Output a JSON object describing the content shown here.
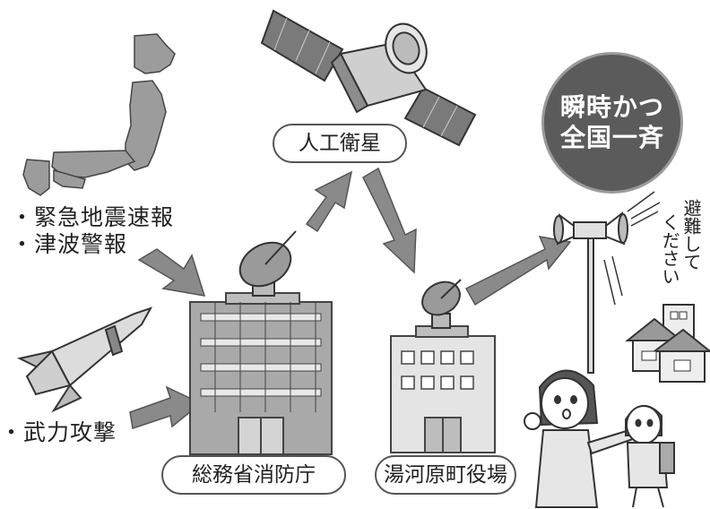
{
  "badge": {
    "line1": "瞬時かつ",
    "line2": "全国一斉"
  },
  "satellite": {
    "label": "人工衛星"
  },
  "alerts": {
    "item1": "・緊急地震速報",
    "item2": "・津波警報"
  },
  "missile": {
    "label": "・武力攻撃"
  },
  "fdma": {
    "label": "総務省消防庁"
  },
  "townhall": {
    "label": "湯河原町役場"
  },
  "speaker": {
    "col1": "避難して",
    "col2": "ください"
  },
  "colors": {
    "arrow": "#8a8a8a",
    "building": "#a9a9a9",
    "badge": "#5b5b5b",
    "outline": "#444444"
  }
}
